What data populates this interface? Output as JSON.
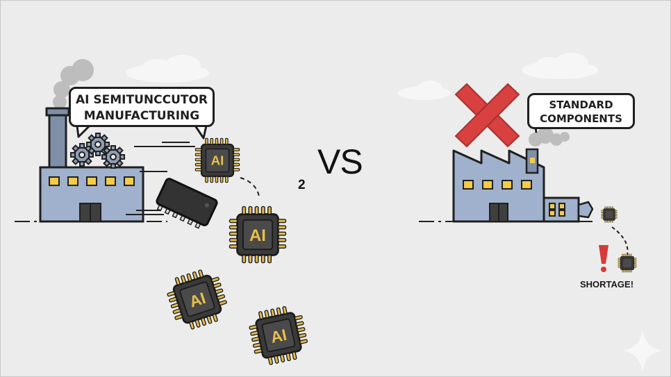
{
  "left": {
    "speech_line1": "AI SEMITUNCCUTOR",
    "speech_line2": "MANUFACTURING",
    "chip_label": "AI"
  },
  "center": {
    "versus_text": "VS",
    "stray_mark": "2"
  },
  "right": {
    "speech_line1": "STANDARD",
    "speech_line2": "COMPONENTS",
    "alert_text": "SHORTAGE!"
  },
  "colors": {
    "background": "#ececec",
    "factory_fill": "#9fb1cc",
    "window_yellow": "#f2cc48",
    "chip_body": "#3a3a3a",
    "chip_pins": "#e2b94a",
    "cross_red": "#d94040",
    "smoke_gray": "#bdbdbd",
    "alert_red": "#d83a3a"
  },
  "icons": [
    "factory-icon",
    "gear-icon",
    "ai-chip-icon",
    "red-cross-icon",
    "sparkle-icon",
    "exclamation-icon"
  ]
}
